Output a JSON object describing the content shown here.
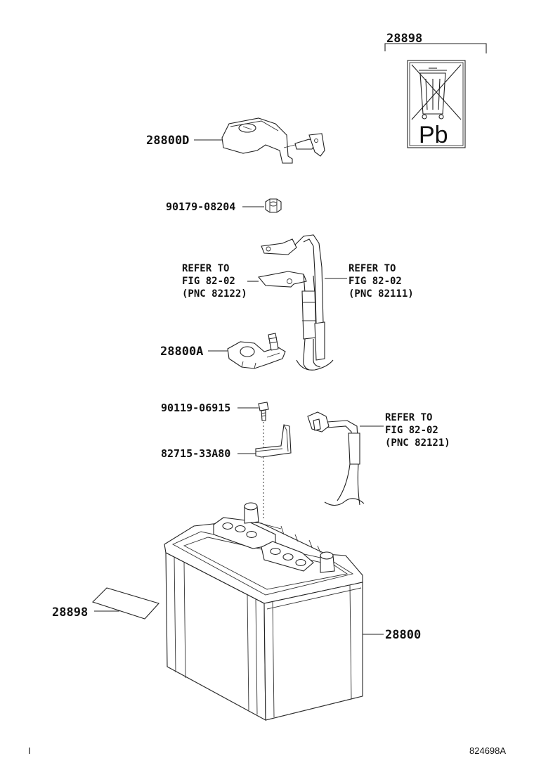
{
  "labels": {
    "label_28898_top": "28898",
    "label_28800D": "28800D",
    "label_90179": "90179-08204",
    "refer_left": [
      "REFER TO",
      "FIG 82-02",
      "(PNC 82122)"
    ],
    "refer_right": [
      "REFER TO",
      "FIG 82-02",
      "(PNC 82111)"
    ],
    "label_28800A": "28800A",
    "label_90119": "90119-06915",
    "refer_lower": [
      "REFER TO",
      "FIG 82-02",
      "(PNC 82121)"
    ],
    "label_82715": "82715-33A80",
    "label_28898_side": "28898",
    "label_28800": "28800"
  },
  "symbols": {
    "recycle_label_text": "Pb",
    "crossed_bin_icon": "crossed-out-wheelie-bin-icon"
  },
  "figure_number": "824698A",
  "corner_mark": "I"
}
